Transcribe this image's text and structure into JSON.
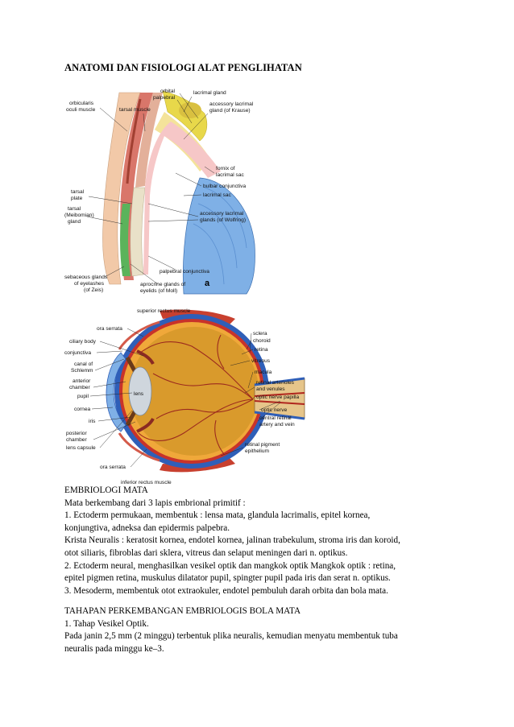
{
  "document": {
    "title": "ANATOMI DAN FISIOLOGI ALAT PENGLIHATAN"
  },
  "figure_eyelid": {
    "labels": {
      "orbital": "orbital",
      "palpebral": "palpebral",
      "lacrimal_gland": "lacrimal gland",
      "orbicularis_1": "orbicularis",
      "orbicularis_2": "oculi muscle",
      "tarsal_muscle": "tarsal muscle",
      "accessory_krause_1": "accessory lacrimal",
      "accessory_krause_2": "gland (of Krause)",
      "fornix_1": "fornix of",
      "fornix_2": "lacrimal sac",
      "bulbar": "bulbar conjunctiva",
      "lacrimal_sac": "lacrimal sac",
      "tarsal_plate_1": "tarsal",
      "tarsal_plate_2": "plate",
      "tarsal_gland_1": "tarsal",
      "tarsal_gland_2": "(Meibomian)",
      "tarsal_gland_3": "gland",
      "accessory_wolfring_1": "accessory lacrimal",
      "accessory_wolfring_2": "glands (of Wolfring)",
      "palpebral_conj": "palpebral conjunctiva",
      "sebaceous_1": "sebaceous glands",
      "sebaceous_2": "of eyelashes",
      "sebaceous_3": "(of Zeis)",
      "apocrine_1": "aprocrine glands of",
      "apocrine_2": "eyelids (of Moll)",
      "panel": "a"
    }
  },
  "figure_eye": {
    "labels": {
      "superior": "superior rectus muscle",
      "ora_top": "ora serrata",
      "ciliary": "ciliary body",
      "conjunctiva": "conjunctiva",
      "canal_1": "canal of",
      "canal_2": "Schlemm",
      "anterior_1": "anterior",
      "anterior_2": "chamber",
      "pupil": "pupil",
      "cornea": "cornea",
      "iris": "iris",
      "posterior_1": "posterior",
      "posterior_2": "chamber",
      "lens_capsule": "lens capsule",
      "ora_bottom": "ora serrata",
      "inferior": "inferior rectus muscle",
      "lens": "lens",
      "sclera": "sclera",
      "choroid": "choroid",
      "retina": "retina",
      "vitreous": "vitreous",
      "macula": "macula",
      "arterioles_1": "retinal arterioles",
      "arterioles_2": "and venules",
      "papilla": "optic nerve papilla",
      "optic_nerve": "optic nerve",
      "central_1": "central retinal",
      "central_2": "artery and vein",
      "pigment_1": "retinal pigment",
      "pigment_2": "epithelium"
    }
  },
  "section_embriologi": {
    "heading": "EMBRIOLOGI  MATA",
    "lines": [
      "Mata berkembang  dari 3 lapis  embrional  primitif  :",
      "1. Ectoderm permukaan,  membentuk  : lensa mata, glandula  lacrimalis,  epitel kornea,",
      "konjungtiva,   adneksa  dan epidermis  palpebra.",
      "Krista Neuralis  : keratosit kornea, endotel kornea, jalinan  trabekulum,  stroma iris  dan koroid,",
      "otot siliaris,  fibroblas  dari sklera,  vitreus  dan selaput  meningen  dari n. optikus.",
      "2. Ectoderm neural,  menghasilkan  vesikel optik dan mangkok optik Mangkok optik : retina,",
      "epitel pigmen  retina,  muskulus  dilatator  pupil,  spingter  pupil pada iris  dan serat n. optikus.",
      "3. Mesoderm,  membentuk  otot extraokuler,  endotel pembuluh  darah orbita dan bola mata."
    ]
  },
  "section_tahapan": {
    "heading": "TAHAPAN  PERKEMBANGAN  EMBRIOLOGIS  BOLA MATA",
    "lines": [
      "1. Tahap Vesikel  Optik.",
      "Pada janin  2,5 mm  (2 minggu)  terbentuk  plika neuralis,  kemudian  menyatu  membentuk  tuba",
      "neuralis  pada minggu  ke–3."
    ]
  }
}
